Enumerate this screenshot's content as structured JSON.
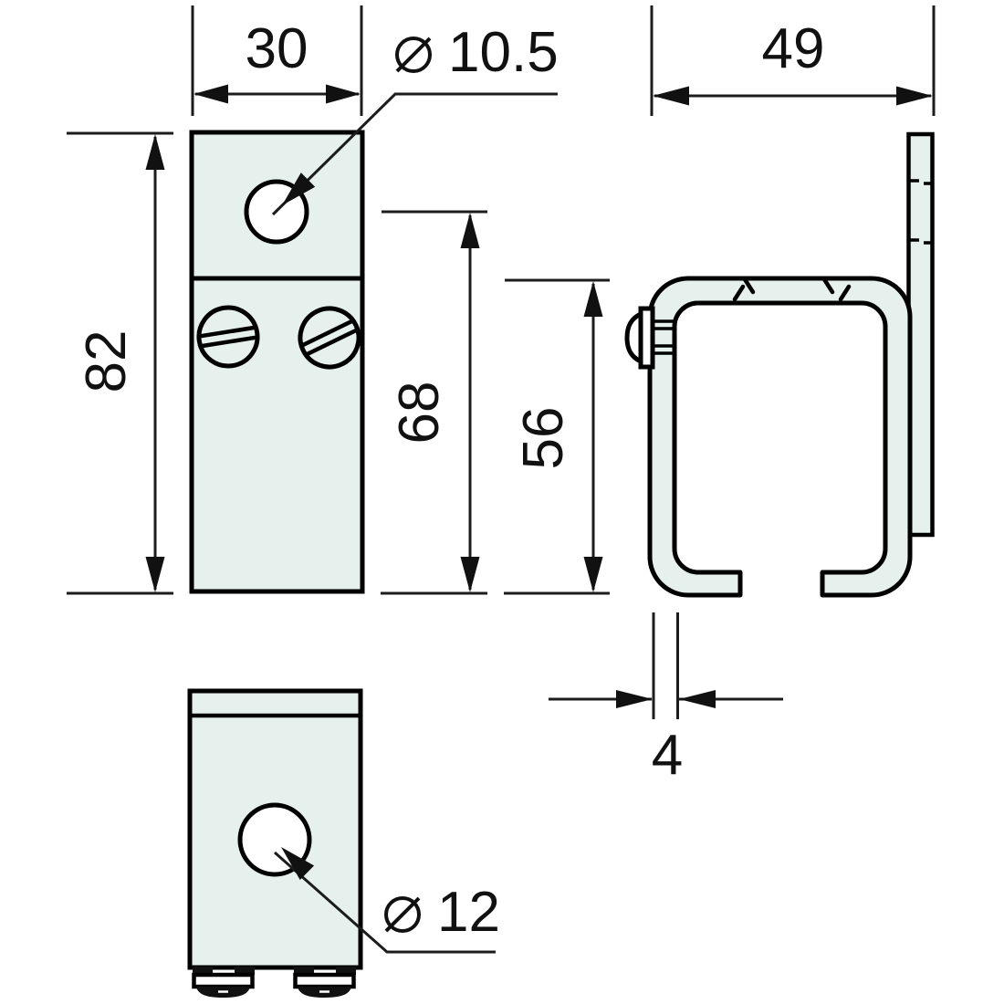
{
  "drawing": {
    "kind": "technical-dimension-drawing",
    "subject": "sliding-track wall bracket with C-rail profile, three orthographic views",
    "dimensions": {
      "front_width": "30",
      "overall_height": "82",
      "hole_center_to_base": "68",
      "top_hole_diameter": {
        "symbol": "⌀",
        "value": "10.5",
        "label": "⌀ 10.5"
      },
      "side_overall_width": "49",
      "rail_height": "56",
      "rail_wall_thickness": "4",
      "bottom_hole_diameter": {
        "symbol": "⌀",
        "value": "12",
        "label": "⌀ 12"
      }
    },
    "colors": {
      "background": "#ffffff",
      "part_fill": "#e6f0ed",
      "hole_fill": "#ffffff",
      "part_outline": "#000000",
      "dimension_lines": "#1c1c1c",
      "text": "#111111"
    }
  }
}
